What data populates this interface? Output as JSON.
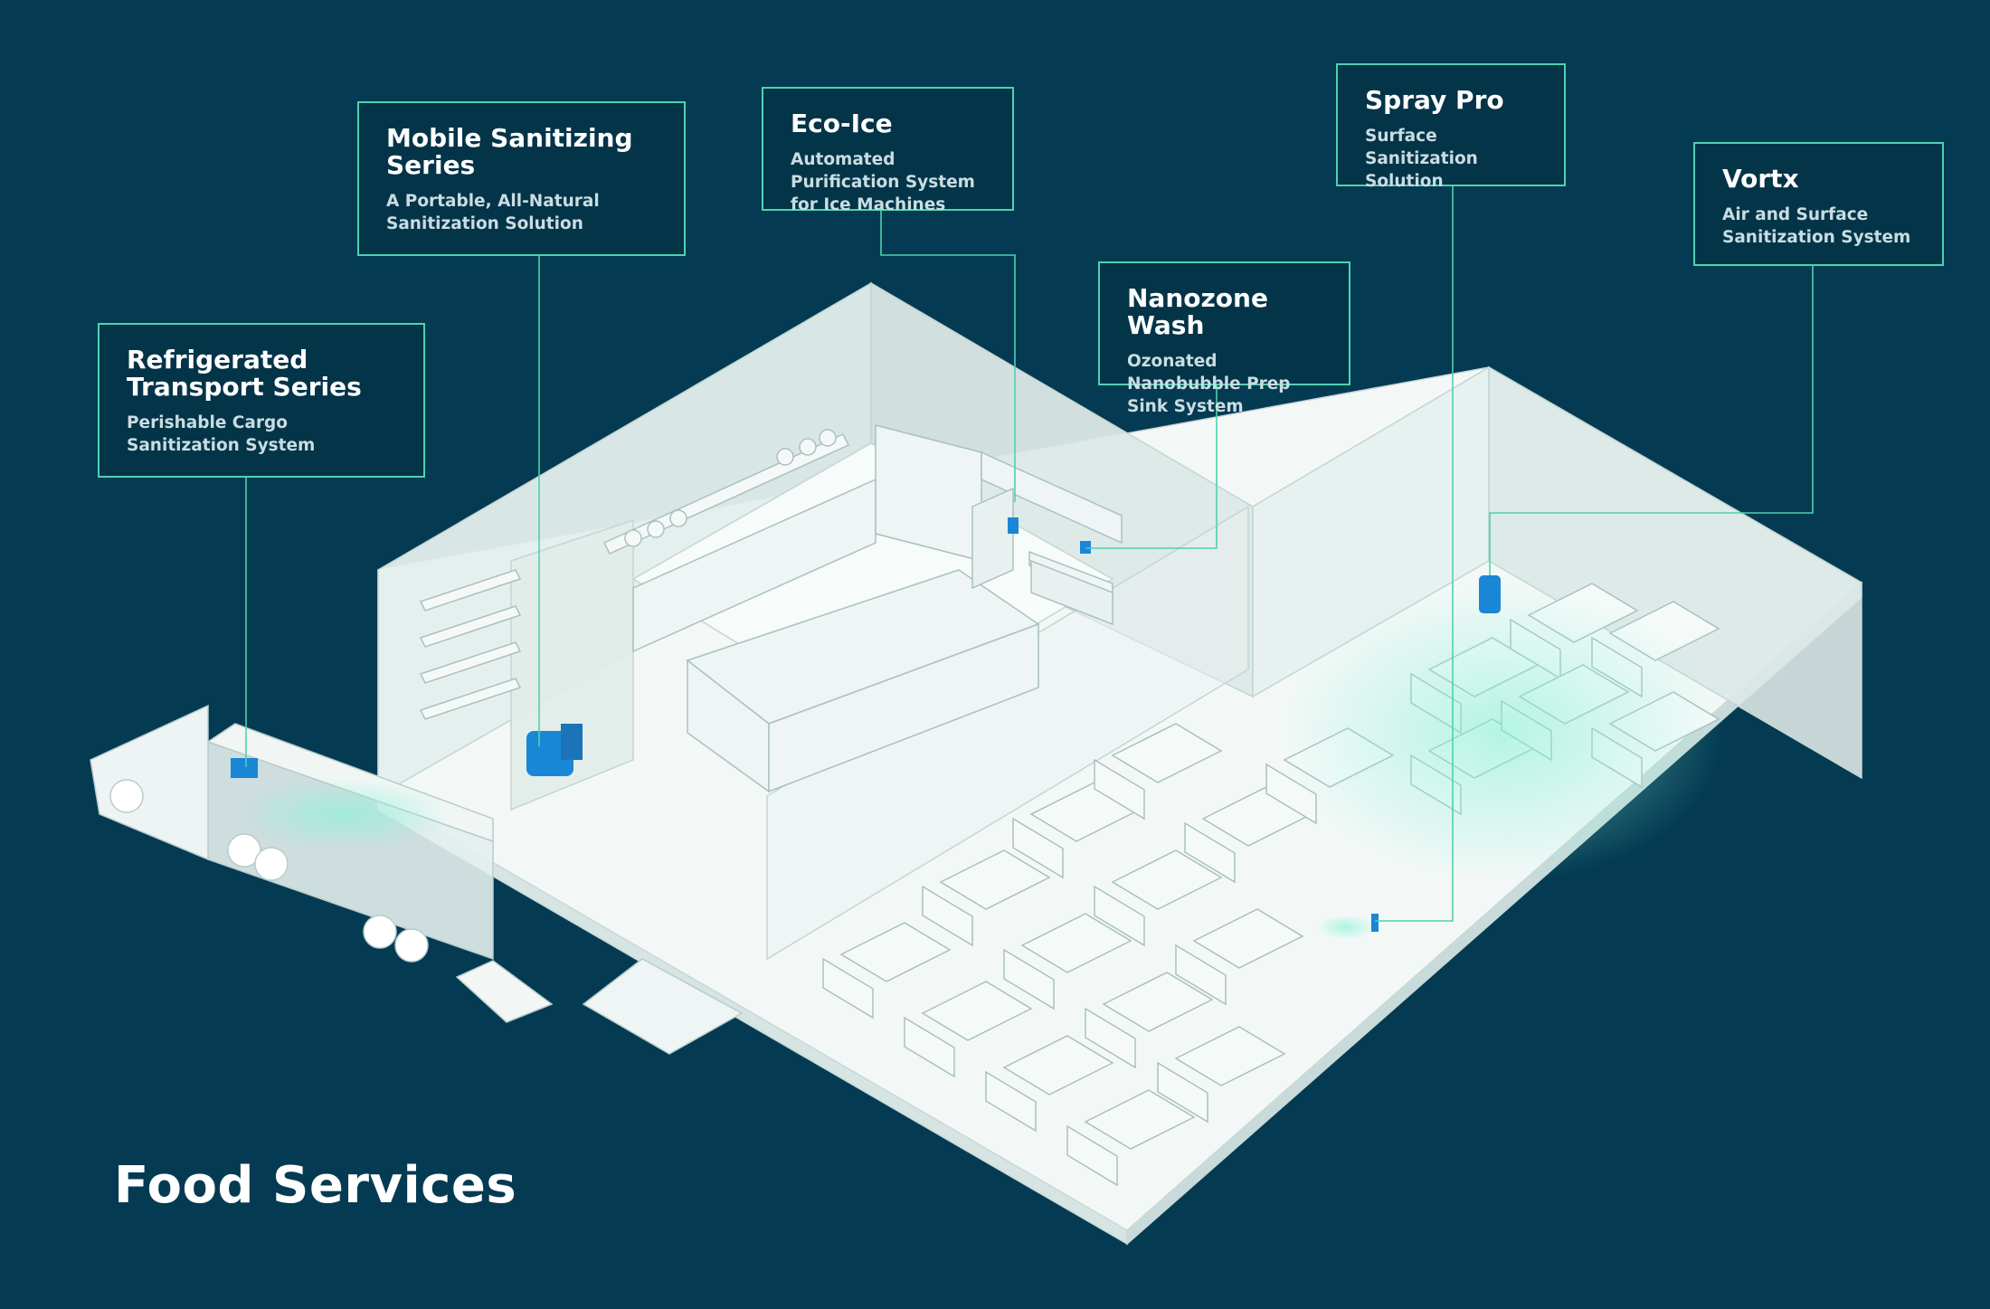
{
  "heading": "Food Services",
  "colors": {
    "background": "#043b52",
    "accent": "#4fd1b0",
    "device": "#1a86d6",
    "floor": "#eef4f3",
    "wall": "#dbe9e7"
  },
  "callouts": [
    {
      "id": "refrigerated",
      "title": "Refrigerated Transport Series",
      "description": "Perishable Cargo Sanitization System",
      "icon": "truck-sanitizer-icon"
    },
    {
      "id": "mobile",
      "title": "Mobile Sanitizing Series",
      "description": "A Portable, All-Natural Sanitization Solution",
      "icon": "mobile-sanitizer-icon"
    },
    {
      "id": "ecoice",
      "title": "Eco-Ice",
      "description": "Automated Purification System for Ice Machines",
      "icon": "ice-machine-icon"
    },
    {
      "id": "nanozone",
      "title": "Nanozone Wash",
      "description": "Ozonated Nanobubble Prep Sink System",
      "icon": "sink-icon"
    },
    {
      "id": "spraypro",
      "title": "Spray Pro",
      "description": "Surface Sanitization Solution",
      "icon": "spray-bottle-icon"
    },
    {
      "id": "vortx",
      "title": "Vortx",
      "description": "Air and Surface Sanitization System",
      "icon": "air-purifier-icon"
    }
  ]
}
